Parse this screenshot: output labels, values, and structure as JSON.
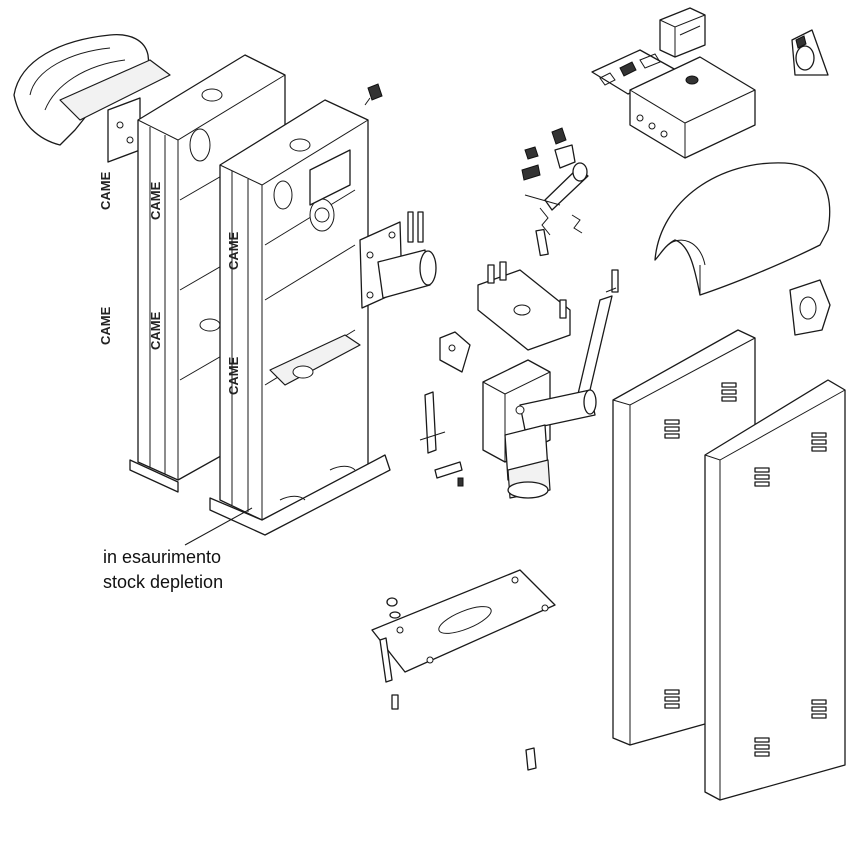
{
  "annotation": {
    "line1": "in esaurimento",
    "line2": "stock depletion"
  },
  "brand_logo": "CAME",
  "colors": {
    "stroke": "#1a1a1a",
    "background": "#ffffff"
  }
}
